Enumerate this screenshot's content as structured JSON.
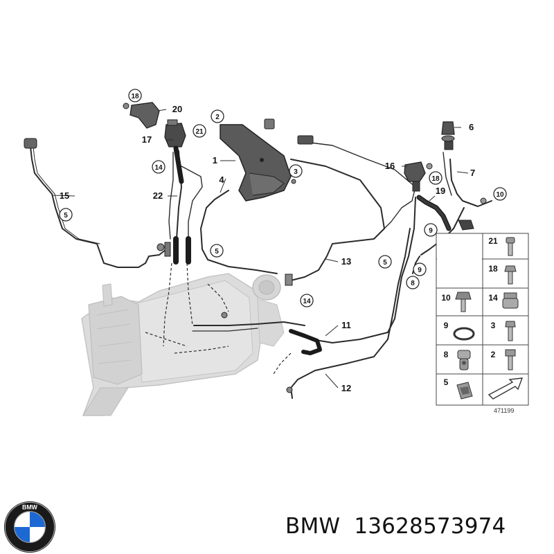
{
  "diagram": {
    "callouts": [
      "1",
      "2",
      "3",
      "4",
      "5",
      "6",
      "7",
      "8",
      "9",
      "10",
      "11",
      "12",
      "13",
      "14",
      "15",
      "16",
      "17",
      "18",
      "19",
      "20",
      "21",
      "22"
    ],
    "circled": {
      "c18a": "18",
      "c2": "2",
      "c21": "21",
      "c14a": "14",
      "c3": "3",
      "c5a": "5",
      "c5b": "5",
      "c5c": "5",
      "c14b": "14",
      "c18b": "18",
      "c10": "10",
      "c9": "9",
      "c9b": "9",
      "c8": "8"
    },
    "parts_table": {
      "rows": [
        [
          "21"
        ],
        [
          "18"
        ],
        [
          "10",
          "14"
        ],
        [
          "9",
          "3"
        ],
        [
          "8",
          "2"
        ],
        [
          "5",
          ""
        ]
      ]
    },
    "reference_number": "471199"
  },
  "brand": {
    "logo_letters": "BMW"
  },
  "caption": {
    "brand": "BMW",
    "part_number": "13628573974"
  },
  "colors": {
    "line": "#2a2a2a",
    "filter_fill": "#d9d9d9",
    "filter_stroke": "#bdbdbd",
    "logo_blue": "#1c69d4"
  }
}
